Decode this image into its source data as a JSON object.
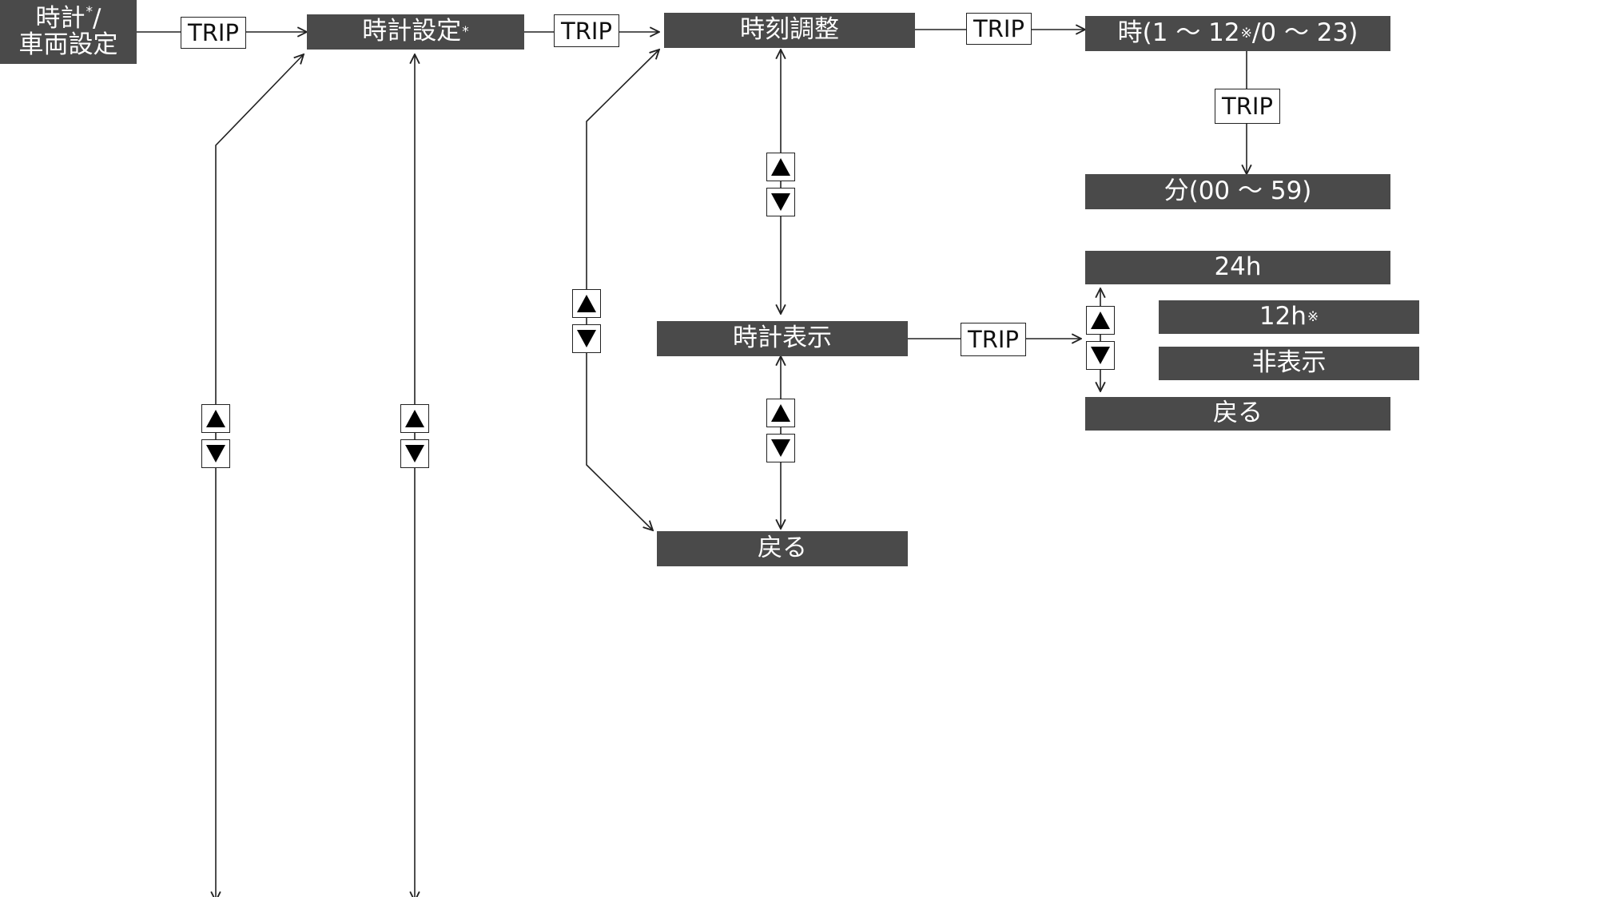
{
  "nodes": {
    "clock_vehicle_settings": {
      "line1": "時計",
      "line1_mark": "*",
      "line1_suffix": "/",
      "line2": "車両設定"
    },
    "clock_settings": {
      "label": "時計設定",
      "mark": "*"
    },
    "time_adjust": {
      "label": "時刻調整"
    },
    "hour_setting": {
      "prefix": "時(1 ～ 12",
      "mark": "※",
      "suffix": "/0 ～ 23)"
    },
    "minute_setting": {
      "label": "分(00 ～ 59)"
    },
    "clock_display": {
      "label": "時計表示"
    },
    "back_1": {
      "label": "戻る"
    },
    "display_24h": {
      "label": "24h"
    },
    "display_12h": {
      "label": "12h",
      "mark": "※"
    },
    "display_hidden": {
      "label": "非表示"
    },
    "back_2": {
      "label": "戻る"
    }
  },
  "buttons": {
    "trip_label": "TRIP",
    "up_icon": "up-triangle-icon",
    "down_icon": "down-triangle-icon"
  },
  "colors": {
    "node_fill": "#4a4a4a",
    "node_text": "#ffffff",
    "line": "#222222",
    "background": "#ffffff"
  }
}
